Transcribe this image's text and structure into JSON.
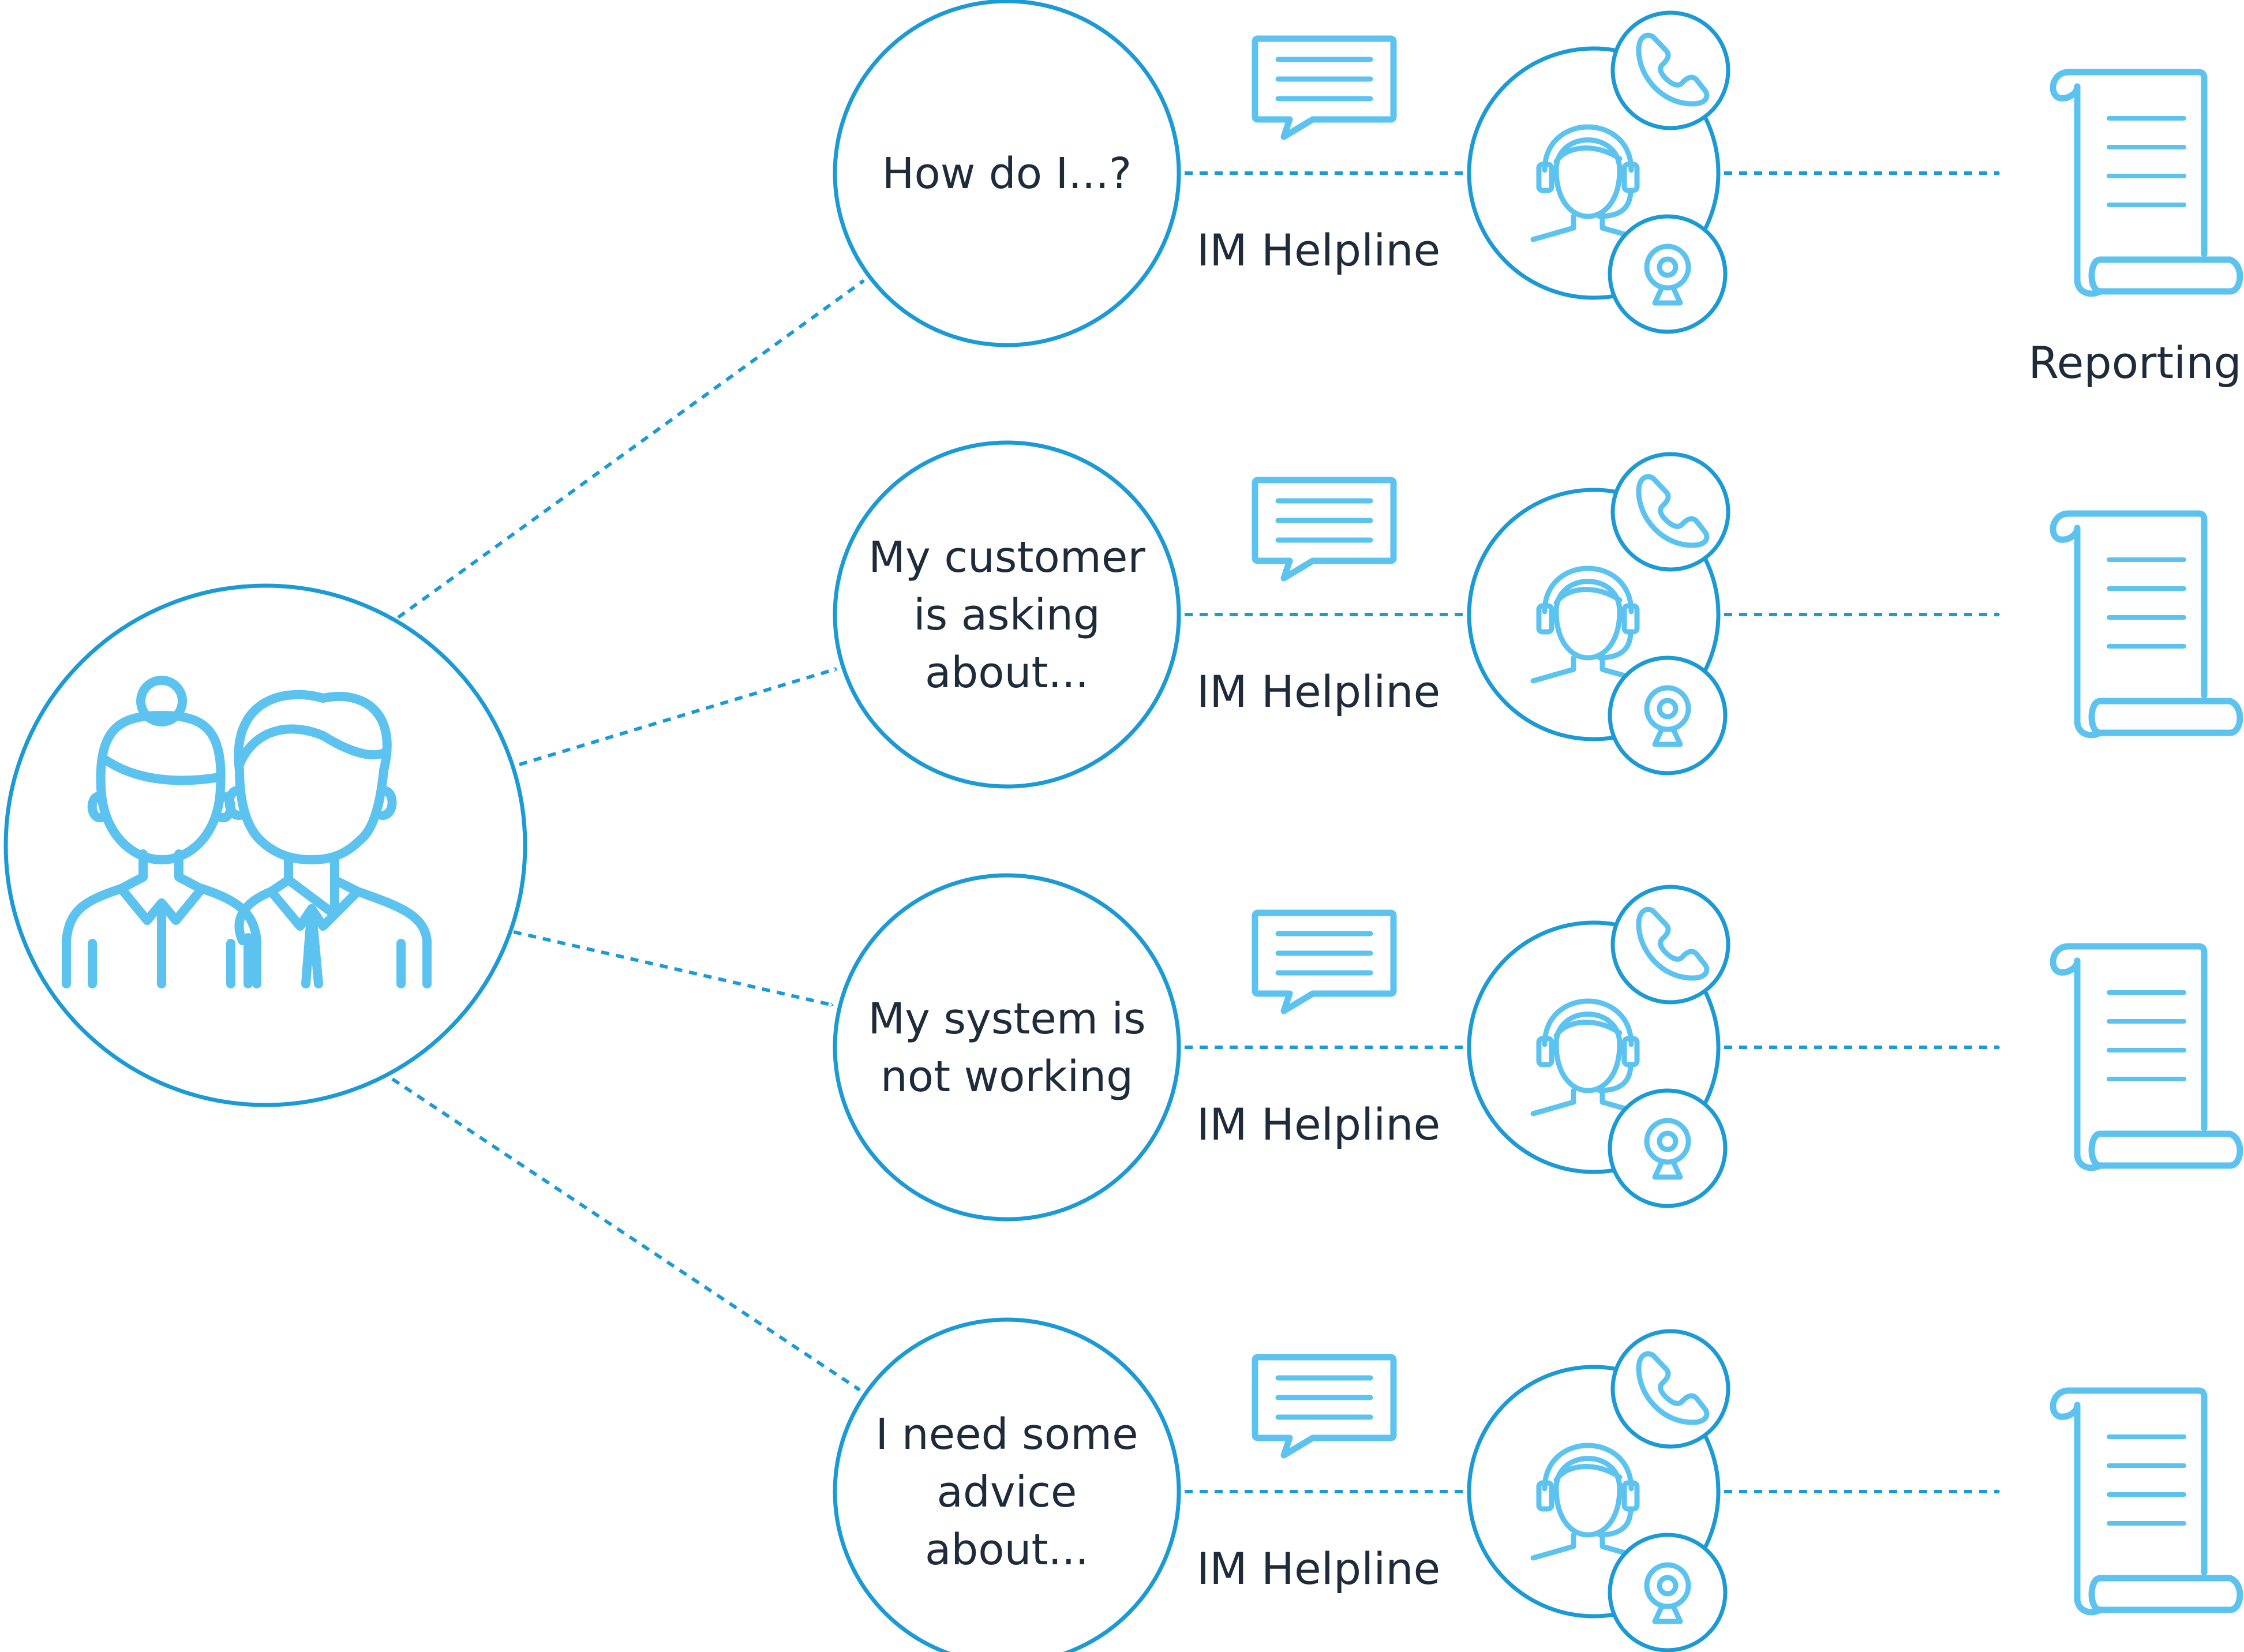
{
  "colors": {
    "primary": "#1b9ad6",
    "icon": "#5cc3f0",
    "text": "#1d2b3a",
    "background": "#ffffff"
  },
  "source": {
    "icon": "users-icon"
  },
  "rows": [
    {
      "question_lines": [
        "How do I...?"
      ],
      "channel_label": "IM Helpline",
      "icons": [
        "chat-bubble-icon",
        "agent-headset-icon",
        "phone-icon",
        "webcam-icon",
        "report-scroll-icon"
      ]
    },
    {
      "question_lines": [
        "My customer",
        "is asking",
        "about..."
      ],
      "channel_label": "IM Helpline",
      "icons": [
        "chat-bubble-icon",
        "agent-headset-icon",
        "phone-icon",
        "webcam-icon",
        "report-scroll-icon"
      ]
    },
    {
      "question_lines": [
        "My system is",
        "not working"
      ],
      "channel_label": "IM Helpline",
      "icons": [
        "chat-bubble-icon",
        "agent-headset-icon",
        "phone-icon",
        "webcam-icon",
        "report-scroll-icon"
      ]
    },
    {
      "question_lines": [
        "I need some",
        "advice",
        "about..."
      ],
      "channel_label": "IM Helpline",
      "icons": [
        "chat-bubble-icon",
        "agent-headset-icon",
        "phone-icon",
        "webcam-icon",
        "report-scroll-icon"
      ]
    }
  ],
  "reporting_label": "Reporting"
}
